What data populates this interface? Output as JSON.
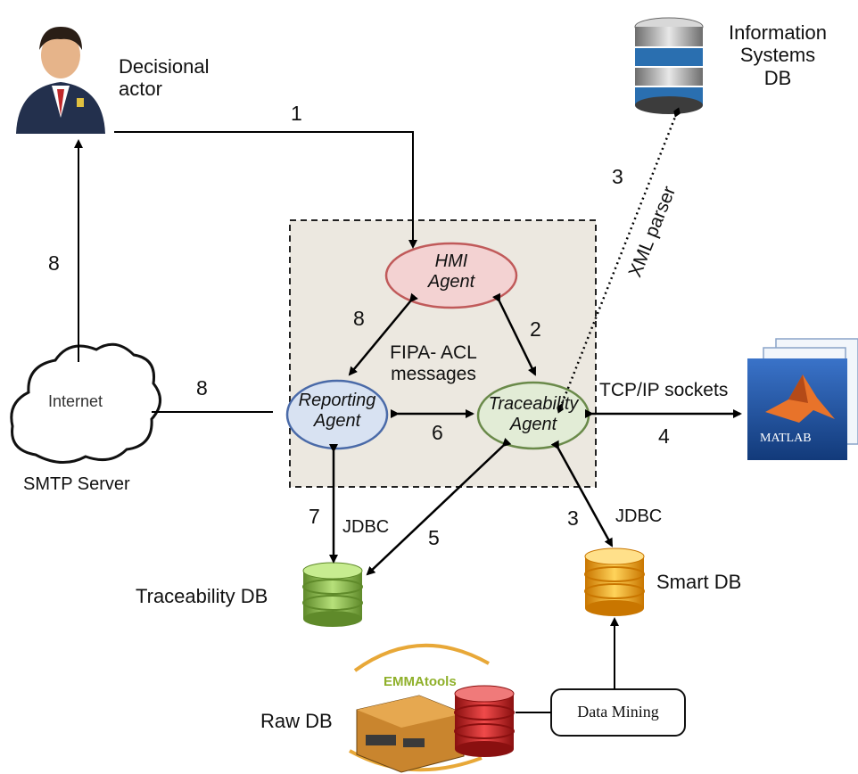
{
  "nodes": {
    "decisional_actor": "Decisional\nactor",
    "information_systems_db": "Information\nSystems\nDB",
    "internet": "Internet",
    "smtp_server": "SMTP Server",
    "hmi_agent": "HMI\nAgent",
    "reporting_agent": "Reporting\nAgent",
    "traceability_agent": "Traceability\nAgent",
    "fipa_acl": "FIPA- ACL\nmessages",
    "matlab": "MATLAB",
    "traceability_db": "Traceability DB",
    "smart_db": "Smart DB",
    "raw_db": "Raw DB",
    "data_mining": "Data Mining",
    "emma_tools": "EMMAtools"
  },
  "edge_labels": {
    "actor_to_hmi": "1",
    "hmi_traceability": "2",
    "xml_step": "3",
    "xml_parser": "XML parser",
    "tcp_ip": "TCP/IP sockets",
    "matlab_step": "4",
    "traceability_to_tdb": "5",
    "reporting_traceability": "6",
    "reporting_tdb": "7",
    "jdbc_left": "JDBC",
    "smartdb_step": "3",
    "jdbc_right": "JDBC",
    "hmi_reporting": "8",
    "reporting_internet": "8",
    "internet_actor": "8"
  },
  "colors": {
    "hmi_fill": "#f3d2d2",
    "hmi_stroke": "#c05a5a",
    "reporting_fill": "#d8e2f2",
    "reporting_stroke": "#4a6aa8",
    "traceability_fill": "#e2ecd6",
    "traceability_stroke": "#6a8a4a",
    "platform_fill": "#ece8e0",
    "matlab_blue": "#1f4f9e",
    "green_db": "#8cc04a",
    "orange_db": "#f3a11a",
    "red_db": "#c8282a"
  },
  "icons": [
    "person-icon",
    "server-stack-icon",
    "cloud-icon",
    "matlab-icon",
    "database-icon",
    "hardware-box-icon"
  ]
}
